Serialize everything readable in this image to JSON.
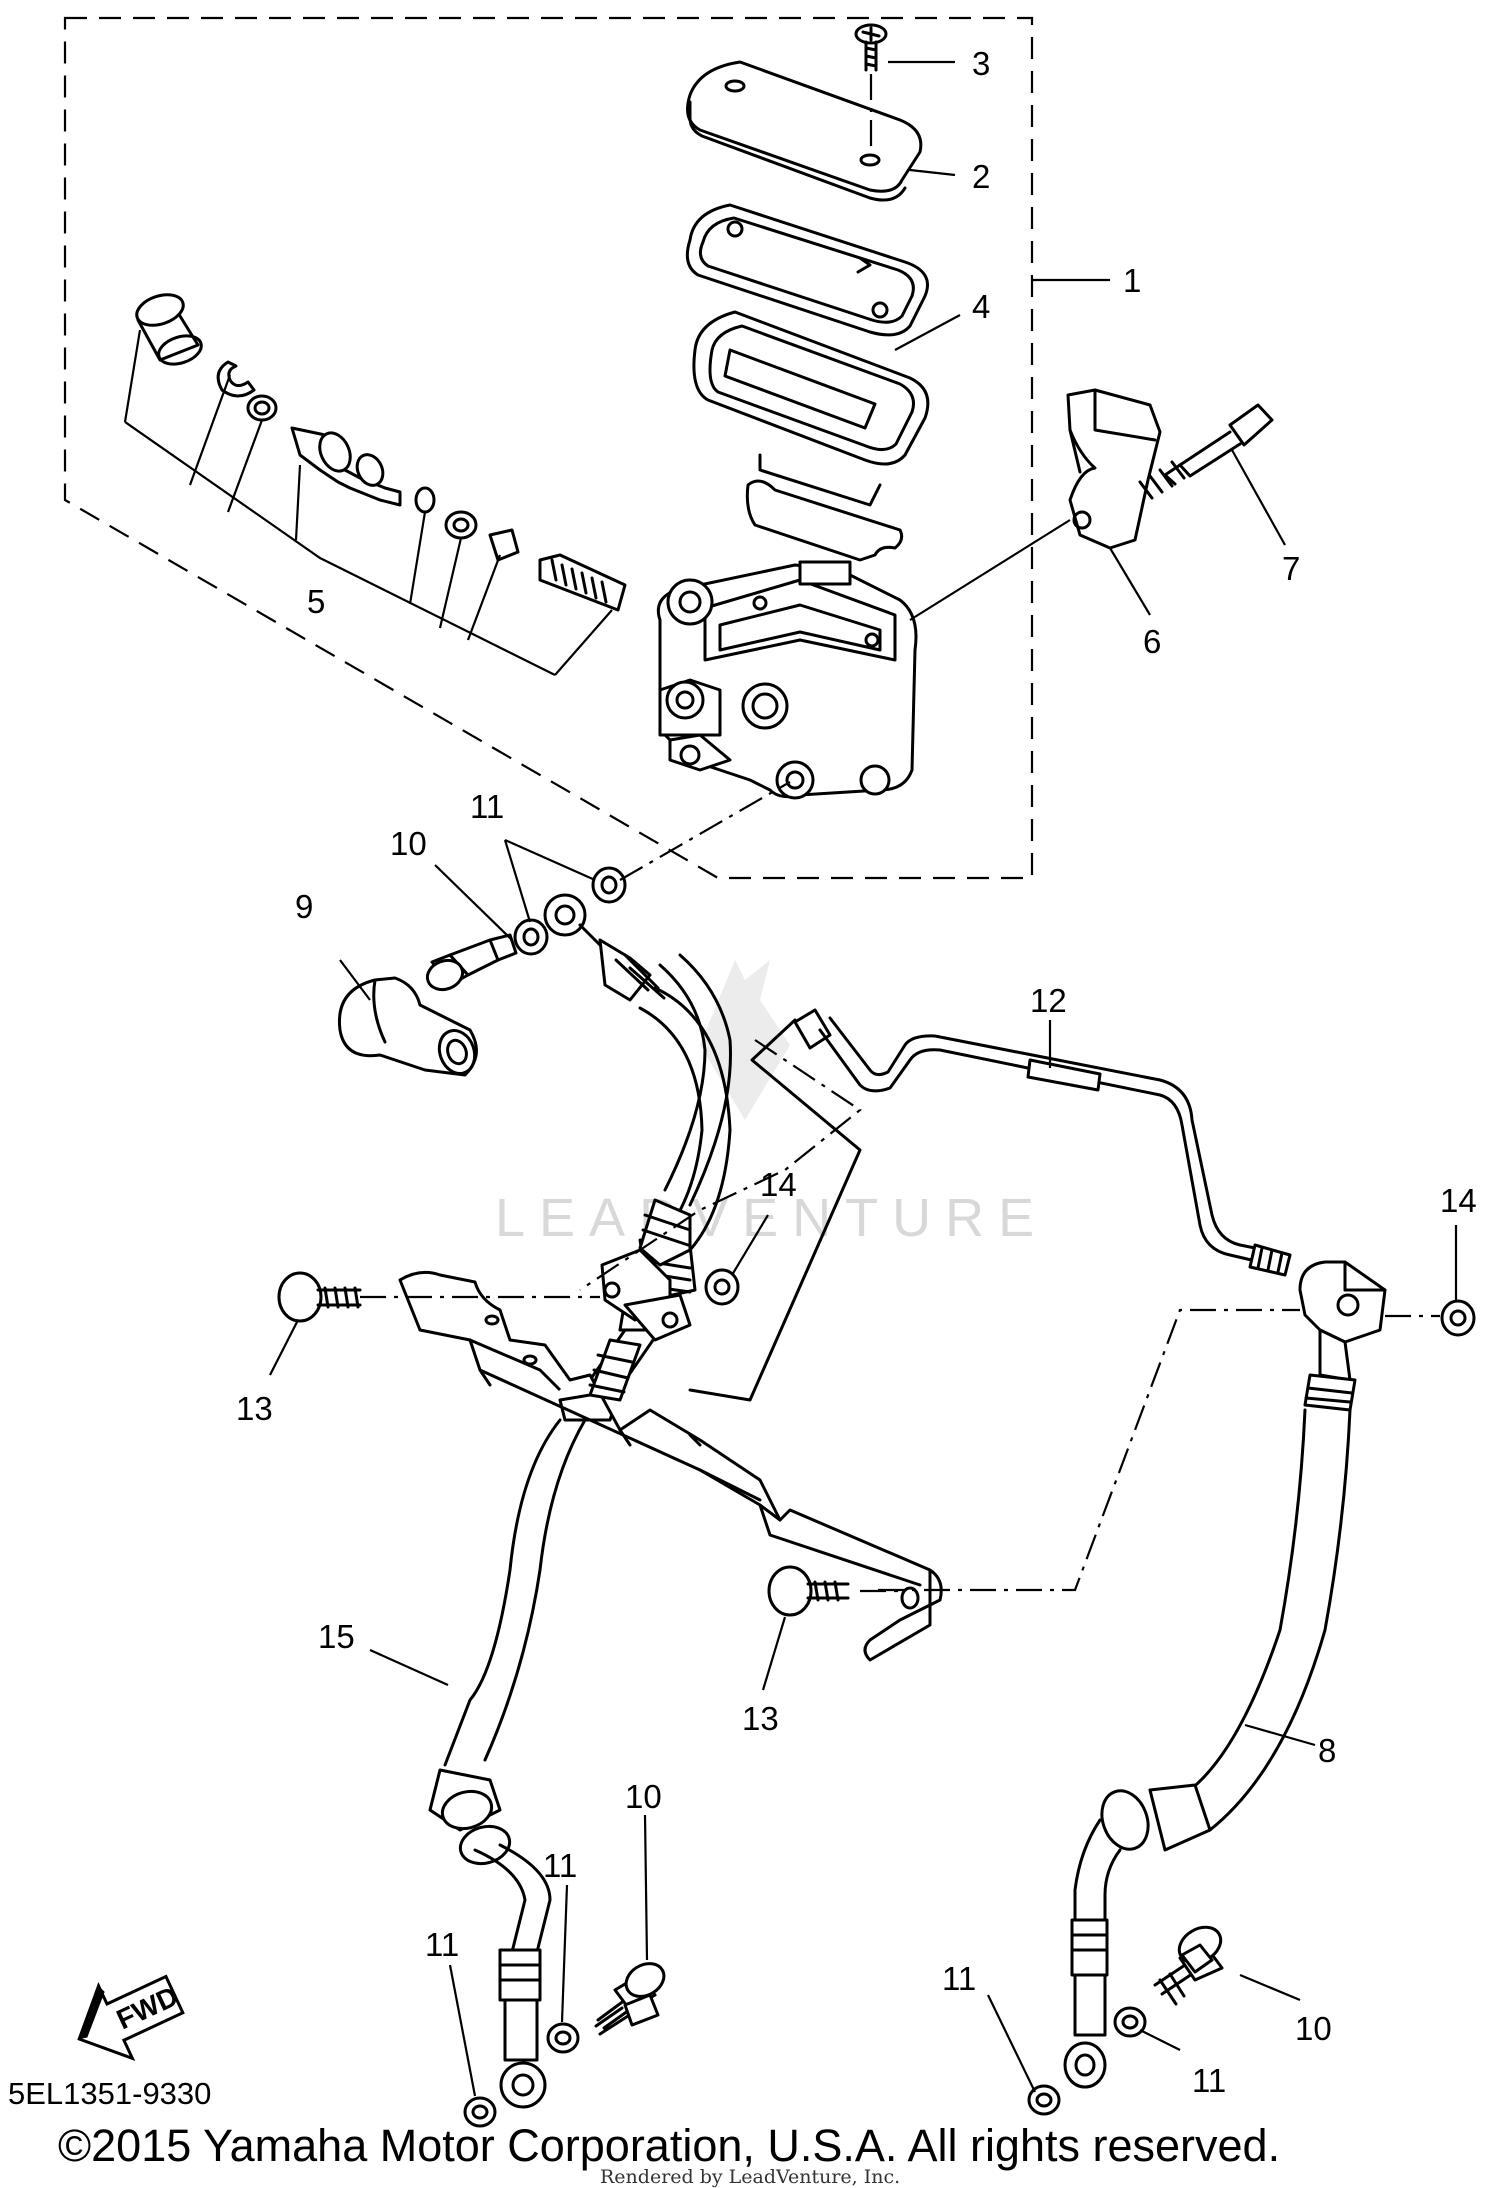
{
  "callouts": [
    {
      "id": "c1",
      "text": "1"
    },
    {
      "id": "c2",
      "text": "2"
    },
    {
      "id": "c3",
      "text": "3"
    },
    {
      "id": "c4",
      "text": "4"
    },
    {
      "id": "c5",
      "text": "5"
    },
    {
      "id": "c6",
      "text": "6"
    },
    {
      "id": "c7",
      "text": "7"
    },
    {
      "id": "c8",
      "text": "8"
    },
    {
      "id": "c9",
      "text": "9"
    },
    {
      "id": "c10a",
      "text": "10"
    },
    {
      "id": "c10b",
      "text": "10"
    },
    {
      "id": "c10c",
      "text": "10"
    },
    {
      "id": "c11a",
      "text": "11"
    },
    {
      "id": "c11b",
      "text": "11"
    },
    {
      "id": "c11c",
      "text": "11"
    },
    {
      "id": "c11d",
      "text": "11"
    },
    {
      "id": "c11e",
      "text": "11"
    },
    {
      "id": "c12",
      "text": "12"
    },
    {
      "id": "c13a",
      "text": "13"
    },
    {
      "id": "c13b",
      "text": "13"
    },
    {
      "id": "c14a",
      "text": "14"
    },
    {
      "id": "c14b",
      "text": "14"
    },
    {
      "id": "c15",
      "text": "15"
    }
  ],
  "fwd_label": "FWD",
  "watermark": "LEADVENTURE",
  "diagram_code": "5EL1351-9330",
  "copyright": "©2015 Yamaha Motor Corporation, U.S.A. All rights reserved.",
  "rendered_by": "Rendered by LeadVenture, Inc."
}
